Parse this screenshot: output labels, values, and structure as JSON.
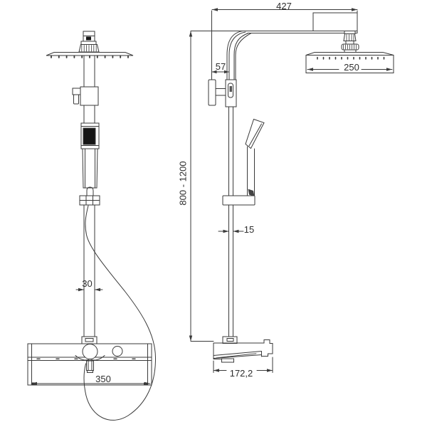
{
  "drawing": {
    "kind": "technical-dimension-drawing",
    "subject": "shower column with square rain head, hand shower and shelf mixer",
    "colors": {
      "line": "#3a3a3a",
      "dark_fill": "#161616",
      "background": "#ffffff"
    },
    "views": {
      "front": "front-view",
      "side": "side-view"
    }
  },
  "dimensions": {
    "arm_reach": "427",
    "wall_offset": "57",
    "head_width": "250",
    "height_range": "800 - 1200",
    "rail_depth": "15",
    "rail_width": "30",
    "mixer_width": "350",
    "mixer_depth": "172,2"
  }
}
